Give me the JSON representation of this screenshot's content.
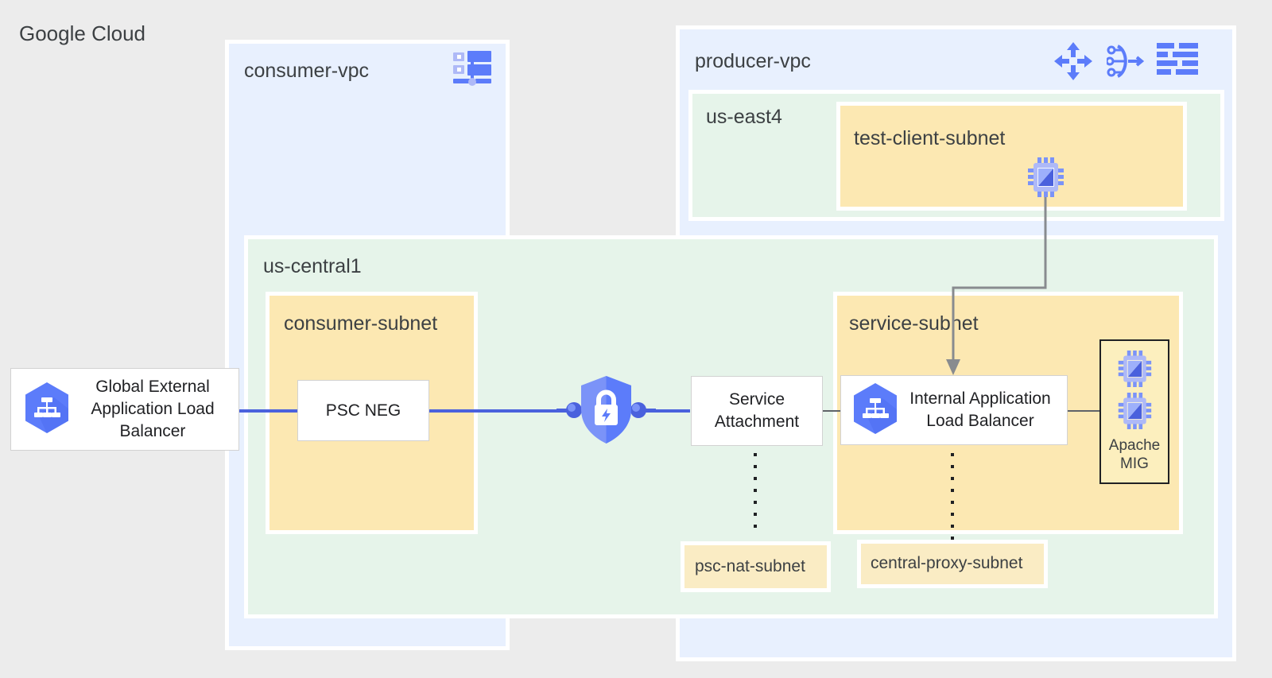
{
  "diagram": {
    "title": "Google Cloud",
    "background_color": "#ececec"
  },
  "colors": {
    "vpc_fill": "#e8f0fe",
    "region_fill": "#e6f4ea",
    "subnet_fill": "#fce8b2",
    "node_fill": "#ffffff",
    "accent_blue": "#4a61dd",
    "icon_blue": "#5c7cfa",
    "connector_grey": "#5f6368",
    "text_dark": "#3c4043"
  },
  "containers": {
    "consumer_vpc": {
      "label": "consumer-vpc",
      "icon": "vpc-network-icon"
    },
    "producer_vpc": {
      "label": "producer-vpc",
      "icons": [
        "routes-icon",
        "cloud-nat-icon",
        "vpc-network-icon"
      ]
    },
    "us_east4": {
      "label": "us-east4"
    },
    "us_central1": {
      "label": "us-central1"
    }
  },
  "subnets": {
    "test_client_subnet": {
      "label": "test-client-subnet",
      "vm_icon": "vm-chip-icon"
    },
    "consumer_subnet": {
      "label": "consumer-subnet"
    },
    "service_subnet": {
      "label": "service-subnet"
    },
    "psc_nat_subnet": {
      "label": "psc-nat-subnet"
    },
    "central_proxy_subnet": {
      "label": "central-proxy-subnet"
    }
  },
  "nodes": {
    "global_external_alb": {
      "label": "Global External Application Load Balancer",
      "lines": [
        "Global External",
        "Application Load",
        "Balancer"
      ],
      "icon": "load-balancer-hexagon-icon"
    },
    "psc_neg": {
      "label": "PSC NEG",
      "lines": [
        "PSC NEG"
      ]
    },
    "service_attachment": {
      "label": "Service Attachment",
      "lines": [
        "Service",
        "Attachment"
      ]
    },
    "internal_alb": {
      "label": "Internal Application Load Balancer",
      "lines": [
        "Internal Application",
        "Load Balancer"
      ],
      "icon": "load-balancer-hexagon-icon"
    },
    "apache_mig": {
      "label": "Apache MIG",
      "lines": [
        "Apache",
        "MIG"
      ],
      "vm_count": 2,
      "vm_icon": "vm-chip-icon"
    }
  },
  "connectors": {
    "psc_shield": {
      "icon": "private-service-connect-shield-lock-icon"
    },
    "alb_to_psc_neg": {
      "style": "solid-blue"
    },
    "psc_neg_to_service_attachment": {
      "style": "solid-blue"
    },
    "service_attachment_to_ilb": {
      "style": "solid-grey"
    },
    "ilb_to_mig": {
      "style": "solid-grey"
    },
    "test_client_to_ilb": {
      "style": "solid-grey-arrow"
    },
    "service_attachment_to_psc_nat": {
      "style": "dotted"
    },
    "ilb_to_central_proxy": {
      "style": "dotted"
    }
  }
}
